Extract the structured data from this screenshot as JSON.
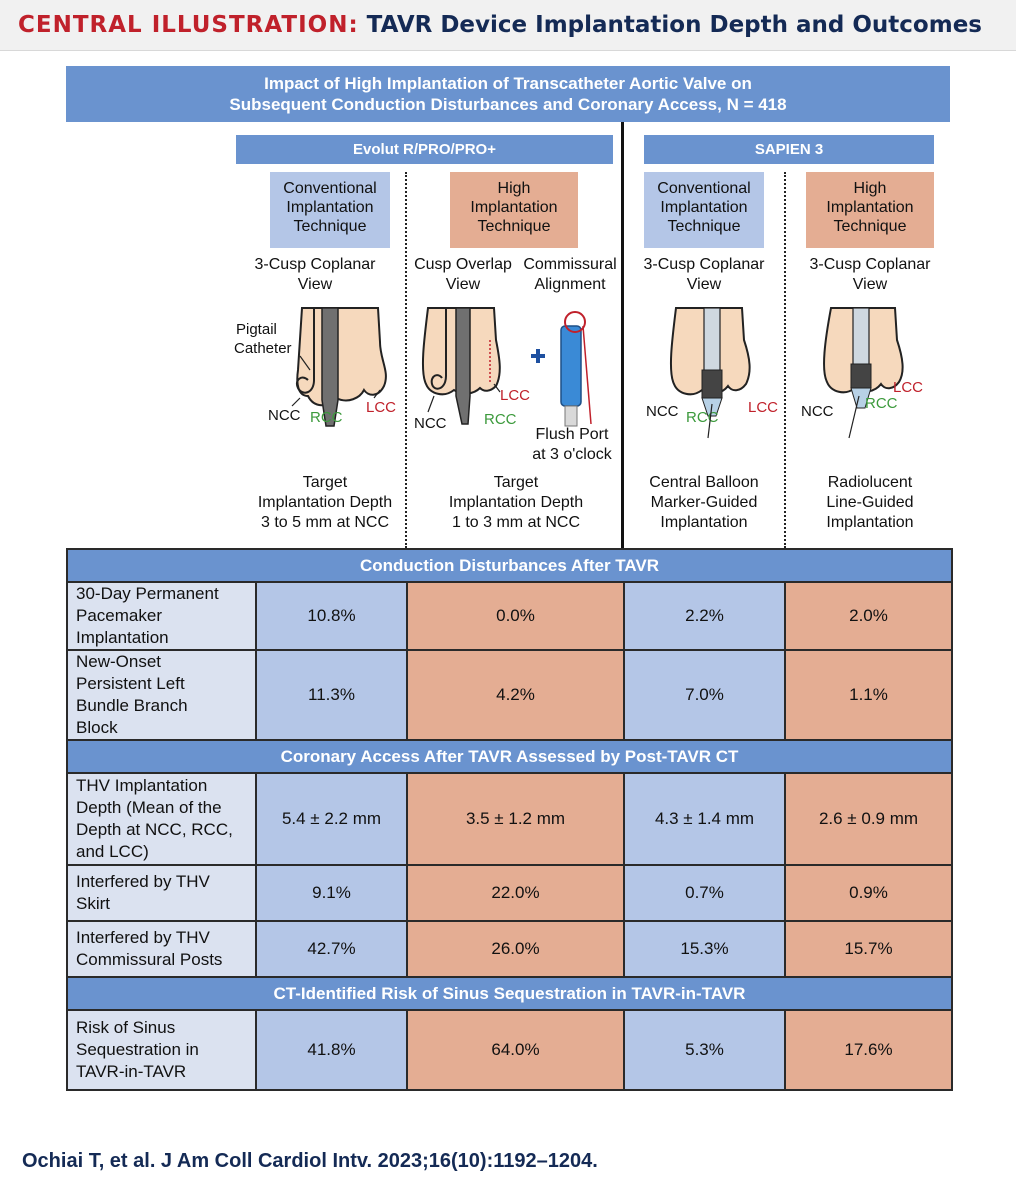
{
  "header": {
    "label": "CENTRAL ILLUSTRATION:",
    "title": "TAVR Device Implantation Depth and Outcomes"
  },
  "study": {
    "line1": "Impact of High Implantation of Transcatheter Aortic Valve on",
    "line2": "Subsequent Conduction Disturbances and Coronary Access, N = 418"
  },
  "devices": {
    "evolut": "Evolut R/PRO/PRO+",
    "sapien": "SAPIEN 3"
  },
  "columns": [
    {
      "tech": [
        "Conventional",
        "Implantation",
        "Technique"
      ],
      "view": [
        "3-Cusp Coplanar",
        "View"
      ],
      "target": [
        "Target",
        "Implantation Depth",
        "3 to 5 mm at NCC"
      ]
    },
    {
      "tech": [
        "High",
        "Implantation",
        "Technique"
      ],
      "view": [
        "Cusp Overlap",
        "View"
      ],
      "view2": [
        "Commissural",
        "Alignment"
      ],
      "target": [
        "Target",
        "Implantation Depth",
        "1 to 3 mm at NCC"
      ]
    },
    {
      "tech": [
        "Conventional",
        "Implantation",
        "Technique"
      ],
      "view": [
        "3-Cusp Coplanar",
        "View"
      ],
      "target": [
        "Central Balloon",
        "Marker-Guided",
        "Implantation"
      ]
    },
    {
      "tech": [
        "High",
        "Implantation",
        "Technique"
      ],
      "view": [
        "3-Cusp Coplanar",
        "View"
      ],
      "target": [
        "Radiolucent",
        "Line-Guided",
        "Implantation"
      ]
    }
  ],
  "diagram_labels": {
    "pigtail": [
      "Pigtail",
      "Catheter"
    ],
    "ncc": "NCC",
    "rcc": "RCC",
    "lcc": "LCC",
    "flush": [
      "Flush Port",
      "at 3 o'clock"
    ]
  },
  "colors": {
    "conventional": "#b4c6e7",
    "high": "#e4ad93",
    "band": "#6a93cf",
    "rcc": "#3c9a3c",
    "lcc": "#c0212b"
  },
  "table": {
    "sections": [
      {
        "title": "Conduction Disturbances After TAVR",
        "rows": [
          {
            "label": [
              "30-Day Permanent",
              "Pacemaker",
              "Implantation"
            ],
            "values": [
              "10.8%",
              "0.0%",
              "2.2%",
              "2.0%"
            ]
          },
          {
            "label": [
              "New-Onset",
              "Persistent Left",
              "Bundle Branch",
              "Block"
            ],
            "values": [
              "11.3%",
              "4.2%",
              "7.0%",
              "1.1%"
            ]
          }
        ]
      },
      {
        "title": "Coronary Access After TAVR Assessed by Post-TAVR CT",
        "rows": [
          {
            "label": [
              "THV Implantation",
              "Depth (Mean of the",
              "Depth at NCC, RCC,",
              "and LCC)"
            ],
            "values": [
              "5.4 ± 2.2 mm",
              "3.5 ± 1.2 mm",
              "4.3 ± 1.4 mm",
              "2.6 ± 0.9 mm"
            ]
          },
          {
            "label": [
              "Interfered by THV",
              "Skirt"
            ],
            "values": [
              "9.1%",
              "22.0%",
              "0.7%",
              "0.9%"
            ]
          },
          {
            "label": [
              "Interfered by THV",
              "Commissural Posts"
            ],
            "values": [
              "42.7%",
              "26.0%",
              "15.3%",
              "15.7%"
            ]
          }
        ]
      },
      {
        "title": "CT-Identified Risk of Sinus Sequestration in TAVR-in-TAVR",
        "rows": [
          {
            "label": [
              "Risk of Sinus",
              "Sequestration in",
              "TAVR-in-TAVR"
            ],
            "values": [
              "41.8%",
              "64.0%",
              "5.3%",
              "17.6%"
            ]
          }
        ]
      }
    ]
  },
  "citation": "Ochiai T, et al. J Am Coll Cardiol Intv. 2023;16(10):1192–1204."
}
